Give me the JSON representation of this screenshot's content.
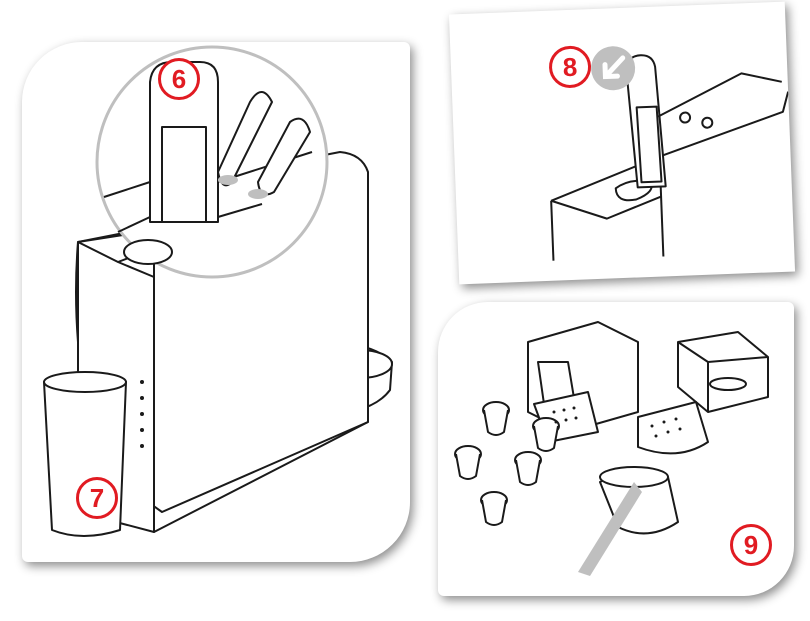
{
  "steps": [
    {
      "number": "6"
    },
    {
      "number": "7"
    },
    {
      "number": "8"
    },
    {
      "number": "9"
    }
  ],
  "colors": {
    "accent": "#e11b22",
    "line": "#1a1a1a",
    "shade": "#bfbfbf"
  },
  "icons": {
    "step8_arrow": "arrow-down-left-icon"
  }
}
